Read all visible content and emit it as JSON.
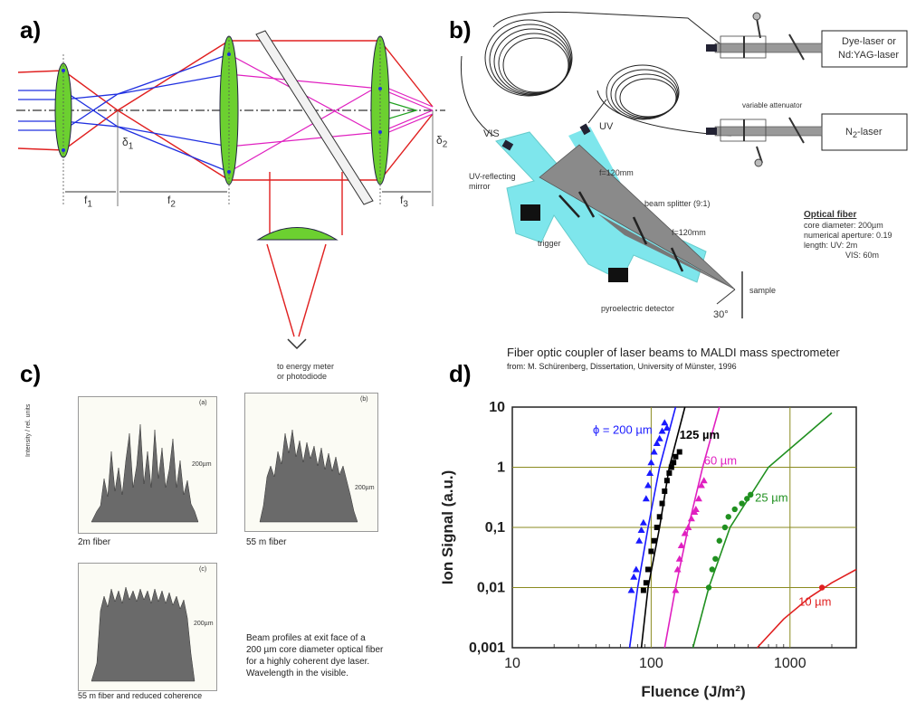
{
  "panels": {
    "a": {
      "label": "a)",
      "symbols": {
        "f1": "f",
        "f1_sub": "1",
        "f2": "f",
        "f2_sub": "2",
        "f3": "f",
        "f3_sub": "3",
        "d1": "δ",
        "d1_sub": "1",
        "d2": "δ",
        "d2_sub": "2"
      },
      "note": "to energy meter\nor photodiode",
      "note_line1": "to energy meter",
      "note_line2": "or photodiode"
    },
    "b": {
      "label": "b)",
      "lasers": {
        "dye": "Dye-laser or",
        "dye2": "Nd:YAG-laser",
        "n2": "N",
        "n2_sub": "2",
        "n2_tail": "-laser"
      },
      "attenuator": "variable attenuator",
      "vis": "VIS",
      "uv": "UV",
      "uv_mirror1": "UV-reflecting",
      "uv_mirror2": "mirror",
      "f_top": "f=120mm",
      "splitter": "beam splitter (9:1)",
      "f_bottom": "f=120mm",
      "trigger": "trigger",
      "pyro": "pyroelectric detector",
      "sample": "sample",
      "angle": "30°",
      "fiber_title": "Optical fiber",
      "fiber_l1": "core diameter: 200µm",
      "fiber_l2": "numerical aperture: 0.19",
      "fiber_l3": "length:  UV:   2m",
      "fiber_l4": "VIS:  60m"
    },
    "c": {
      "label": "c)",
      "p1": "2m fiber",
      "p2": "55 m fiber",
      "p3": "55 m fiber and reduced coherence",
      "tag1": "(a)",
      "tag2": "(b)",
      "tag3": "(c)",
      "marker": "200µm",
      "ylabel": "Intensity / rel. units",
      "desc1": "Beam profiles at exit face of a",
      "desc2": "200 µm core diameter optical fiber",
      "desc3": "for a highly coherent dye laser.",
      "desc4": "Wavelength in the visible."
    },
    "d": {
      "label": "d)"
    }
  },
  "caption": {
    "title": "Fiber optic coupler of laser beams to MALDI mass spectrometer",
    "source": "from: M. Schürenberg, Dissertation, University of Münster, 1996"
  },
  "chart_data": {
    "type": "scatter",
    "xlabel": "Fluence (J/m²)",
    "ylabel": "Ion Signal (a.u.)",
    "xscale": "log",
    "yscale": "log",
    "xlim": [
      10,
      3000
    ],
    "ylim": [
      0.001,
      10
    ],
    "x_ticks": [
      "10",
      "100",
      "1000"
    ],
    "y_ticks": [
      "0,001",
      "0,01",
      "0,1",
      "1",
      "10"
    ],
    "grid": true,
    "series": [
      {
        "name": "ϕ = 200 µm",
        "color": "#1a1aff",
        "marker": "triangle",
        "points": [
          [
            72,
            0.009
          ],
          [
            75,
            0.015
          ],
          [
            78,
            0.02
          ],
          [
            82,
            0.06
          ],
          [
            85,
            0.09
          ],
          [
            88,
            0.12
          ],
          [
            92,
            0.3
          ],
          [
            95,
            0.5
          ],
          [
            98,
            0.8
          ],
          [
            100,
            1.2
          ],
          [
            105,
            1.8
          ],
          [
            110,
            2.5
          ],
          [
            115,
            3.0
          ],
          [
            120,
            4.0
          ],
          [
            125,
            5.5
          ],
          [
            130,
            4.5
          ]
        ],
        "fit": [
          [
            70,
            0.001
          ],
          [
            80,
            0.01
          ],
          [
            95,
            0.1
          ],
          [
            115,
            1
          ],
          [
            150,
            10
          ]
        ]
      },
      {
        "name": "125 µm",
        "color": "#000000",
        "marker": "square",
        "points": [
          [
            88,
            0.009
          ],
          [
            92,
            0.012
          ],
          [
            95,
            0.02
          ],
          [
            100,
            0.04
          ],
          [
            105,
            0.06
          ],
          [
            110,
            0.1
          ],
          [
            115,
            0.15
          ],
          [
            120,
            0.25
          ],
          [
            125,
            0.4
          ],
          [
            130,
            0.6
          ],
          [
            135,
            0.8
          ],
          [
            140,
            1.0
          ],
          [
            145,
            1.2
          ],
          [
            150,
            1.5
          ],
          [
            160,
            1.8
          ]
        ],
        "fit": [
          [
            85,
            0.001
          ],
          [
            95,
            0.01
          ],
          [
            115,
            0.1
          ],
          [
            135,
            1
          ],
          [
            175,
            10
          ]
        ]
      },
      {
        "name": "60 µm",
        "color": "#e020c0",
        "marker": "triangle",
        "points": [
          [
            150,
            0.009
          ],
          [
            155,
            0.02
          ],
          [
            160,
            0.03
          ],
          [
            165,
            0.05
          ],
          [
            175,
            0.08
          ],
          [
            185,
            0.1
          ],
          [
            195,
            0.14
          ],
          [
            205,
            0.18
          ],
          [
            210,
            0.2
          ],
          [
            220,
            0.3
          ],
          [
            230,
            0.5
          ],
          [
            240,
            0.6
          ]
        ],
        "fit": [
          [
            125,
            0.001
          ],
          [
            150,
            0.01
          ],
          [
            185,
            0.1
          ],
          [
            235,
            1
          ],
          [
            310,
            10
          ]
        ]
      },
      {
        "name": "25 µm",
        "color": "#209020",
        "marker": "circle",
        "points": [
          [
            260,
            0.01
          ],
          [
            275,
            0.02
          ],
          [
            290,
            0.03
          ],
          [
            310,
            0.06
          ],
          [
            340,
            0.1
          ],
          [
            360,
            0.15
          ],
          [
            400,
            0.2
          ],
          [
            450,
            0.25
          ],
          [
            490,
            0.3
          ],
          [
            520,
            0.35
          ]
        ],
        "fit": [
          [
            200,
            0.001
          ],
          [
            260,
            0.01
          ],
          [
            370,
            0.1
          ],
          [
            700,
            1
          ],
          [
            2000,
            8
          ]
        ]
      },
      {
        "name": "10 µm",
        "color": "#e02020",
        "marker": "circle",
        "points": [
          [
            1700,
            0.01
          ]
        ],
        "fit": [
          [
            580,
            0.001
          ],
          [
            900,
            0.003
          ],
          [
            1400,
            0.007
          ],
          [
            2000,
            0.012
          ],
          [
            3000,
            0.02
          ]
        ]
      }
    ]
  }
}
